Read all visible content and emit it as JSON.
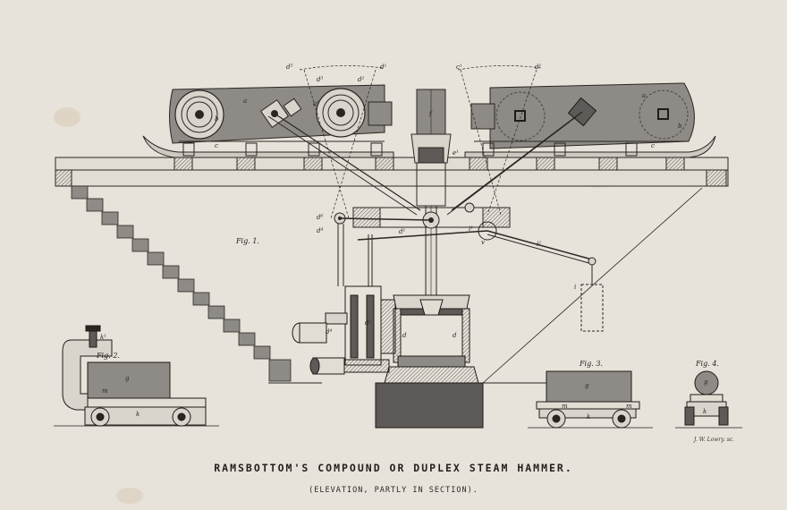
{
  "title": "RAMSBOTTOM'S COMPOUND OR DUPLEX STEAM HAMMER.",
  "subtitle": "(ELEVATION, PARTLY IN SECTION).",
  "engraver": "J. W. Lowry. sc.",
  "figures": {
    "fig1": "Fig. 1.",
    "fig2": "Fig. 2.",
    "fig3": "Fig. 3.",
    "fig4": "Fig. 4."
  },
  "letters": {
    "a": "a",
    "b": "b",
    "c": "c",
    "d": "d",
    "f": "f",
    "g": "g",
    "i": "i",
    "k": "k",
    "m": "m",
    "v": "v",
    "d1": "d¹",
    "d2": "d²",
    "d3": "d³",
    "d4": "d⁴",
    "d5": "d⁵",
    "d6": "d⁶",
    "a1": "a¹",
    "c1": "c¹",
    "i1": "i¹",
    "i2": "i²",
    "k1": "k¹",
    "e1": "e¹"
  },
  "palette": {
    "paper": "#e7e3da",
    "ink": "#1f1c19",
    "wash": "#8d8a86",
    "wash_dark": "#5d5a57"
  }
}
